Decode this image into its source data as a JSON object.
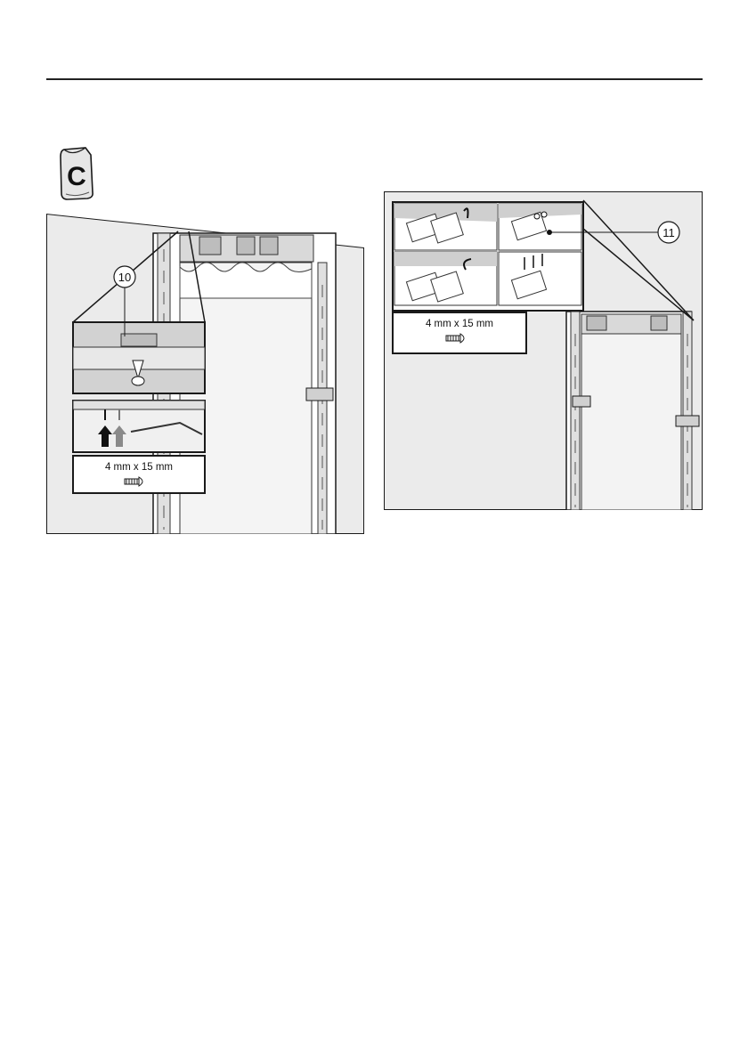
{
  "page": {
    "bag_letter": "C"
  },
  "figure_left": {
    "callout_number": "10",
    "screw_size_label": "4 mm x 15 mm"
  },
  "figure_right": {
    "callout_number": "11",
    "screw_size_label": "4 mm x 15 mm"
  },
  "colors": {
    "panel_gray": "#ebebeb",
    "outline": "#1a1a1a",
    "arrow_dark": "#111111",
    "arrow_light": "#8a8a8a"
  }
}
